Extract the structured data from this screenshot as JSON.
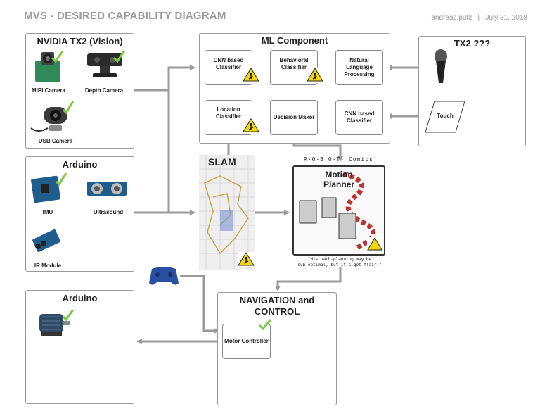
{
  "header": {
    "title": "MVS - DESIRED CAPABILITY DIAGRAM",
    "author": "andreas.putz",
    "separator": "|",
    "date": "July 31, 2018"
  },
  "vision": {
    "title": "NVIDIA TX2 (Vision)",
    "mipi": "MIPI Camera",
    "depth": "Depth Camera",
    "usb": "USB Camera"
  },
  "arduino_top": {
    "title": "Arduino",
    "imu": "IMU",
    "ultrasound": "Ultrasound",
    "ir": "IR Module"
  },
  "ml": {
    "title": "ML Component",
    "cnn1": "CNN based Classifier",
    "behavioral": "Behavioral Classifier",
    "nlp": "Natural Language Processing",
    "location": "Location Classifier",
    "decision": "Decision Maker",
    "cnn2": "CNN based Classifier"
  },
  "tx2": {
    "title": "TX2 ???",
    "touch": "Touch"
  },
  "slam": {
    "title": "SLAM"
  },
  "motion": {
    "header": "R·O·B·O·T· Comics",
    "title_line1": "Motion",
    "title_line2": "Planner",
    "caption_line1": "\"His path-planning may be",
    "caption_line2": "sub-optimal, but it's got flair.\""
  },
  "arduino_bottom": {
    "title": "Arduino"
  },
  "nav": {
    "title_line1": "NAVIGATION and",
    "title_line2": "CONTROL",
    "motor": "Motor Controller"
  },
  "colors": {
    "arrow": "#9a9a9a",
    "check": "#7ac943",
    "warn_yellow": "#f5d800",
    "panel_border": "#9a9a9a"
  }
}
